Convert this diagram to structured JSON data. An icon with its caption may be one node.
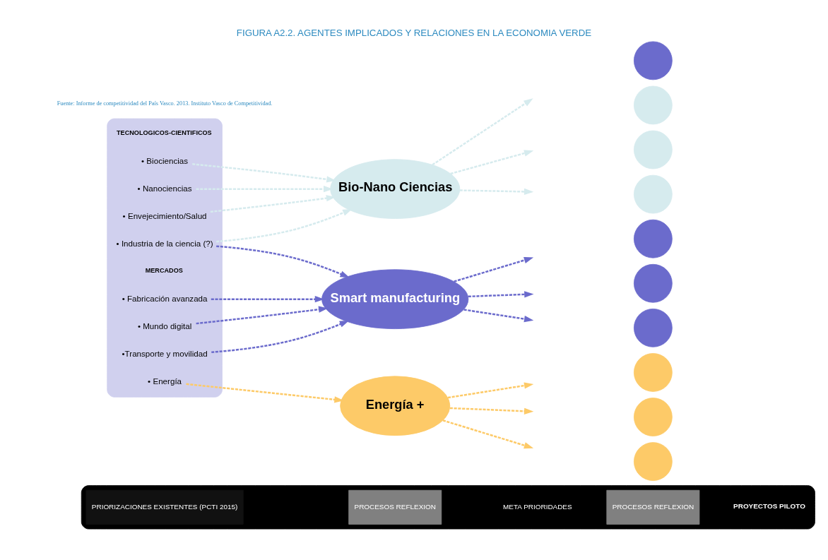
{
  "diagram": {
    "title": "FIGURA A2.2. AGENTES IMPLICADOS Y RELACIONES EN LA ECONOMIA VERDE",
    "caption": "Fuente: Informe de competitividad del País Vasco. 2013. Instituto Vasco de Competitividad.",
    "nodes": [
      {
        "text": [],
        "shape": "arrow"
      },
      {
        "text": [
          "PRIORIZACIONES EXISTENTES (PCTI 2015)"
        ],
        "in": 0
      },
      {
        "text": [
          "PROCESOS REFLEXION"
        ],
        "in": 0
      },
      {
        "text": [
          "META PRIORIDADES"
        ],
        "in": 0
      },
      {
        "text": [
          "PROCESOS REFLEXION"
        ],
        "in": 0
      },
      {
        "text": [
          "PROYECTOS PILOTO"
        ],
        "in": 0
      },
      {
        "text": [],
        "shape": "box"
      },
      {
        "text": [
          "TECNOLOGICOS-CIENTIFICOS"
        ],
        "in": 6
      },
      {
        "text": [
          "• Biociencias"
        ],
        "in": 6
      },
      {
        "text": [
          "• Nanociencias"
        ],
        "in": 6
      },
      {
        "text": [
          "• Fabricación avanzada"
        ],
        "in": 6
      },
      {
        "text": [
          "MERCADOS"
        ],
        "in": 6
      },
      {
        "text": [
          "•Transporte y movilidad"
        ],
        "in": 6
      },
      {
        "text": [
          "• Mundo digital"
        ],
        "in": 6
      },
      {
        "text": [
          "• Industria de la ciencia (?)"
        ],
        "in": 6
      },
      {
        "text": [
          "• Envejecimiento/Salud"
        ],
        "in": 6
      },
      {
        "text": [
          "• Energía"
        ],
        "in": 6
      },
      {
        "text": [
          "Bio-Nano Ciencias"
        ]
      },
      {
        "text": [
          "Smart manufacturing"
        ]
      },
      {
        "text": [
          "Energía +"
        ]
      },
      {
        "text": [],
        "shape": "circle"
      },
      {
        "text": [],
        "shape": "circle"
      },
      {
        "text": [],
        "shape": "circle"
      },
      {
        "text": [],
        "shape": "circle"
      },
      {
        "text": [],
        "shape": "circle"
      },
      {
        "text": [],
        "shape": "circle"
      },
      {
        "text": [],
        "shape": "circle"
      },
      {
        "text": [],
        "shape": "circle"
      },
      {
        "text": [],
        "shape": "circle"
      },
      {
        "text": [],
        "shape": "circle"
      }
    ],
    "edges": [
      {
        "from": 8,
        "to": 17,
        "arrow": "to",
        "style": "dashed",
        "color": "#d6ebee"
      },
      {
        "from": 9,
        "to": 17,
        "arrow": "to",
        "style": "dashed",
        "color": "#d6ebee"
      },
      {
        "from": 10,
        "to": 18,
        "arrow": "to",
        "style": "dashed",
        "color": "#6b6bcc"
      },
      {
        "from": 12,
        "to": 18,
        "arrow": "to",
        "style": "dashed",
        "color": "#6b6bcc"
      },
      {
        "from": 13,
        "to": 18,
        "arrow": "to",
        "style": "dashed",
        "color": "#6b6bcc"
      },
      {
        "from": 14,
        "to": 18,
        "arrow": "to",
        "style": "dashed",
        "color": "#6b6bcc"
      },
      {
        "from": 14,
        "to": 17,
        "arrow": "to",
        "style": "dashed",
        "color": "#d6ebee"
      },
      {
        "from": 15,
        "to": 17,
        "arrow": "to",
        "style": "dashed",
        "color": "#d6ebee"
      },
      {
        "from": 16,
        "to": 19,
        "arrow": "to",
        "style": "dashed",
        "color": "#fdca68"
      },
      {
        "from": 17,
        "to": null,
        "arrow": "to",
        "style": "dashed",
        "color": "#d6ebee"
      },
      {
        "from": 17,
        "to": null,
        "arrow": "to",
        "style": "dashed",
        "color": "#d6ebee"
      },
      {
        "from": 17,
        "to": null,
        "arrow": "to",
        "style": "dashed",
        "color": "#d6ebee"
      },
      {
        "from": 18,
        "to": null,
        "arrow": "to",
        "style": "dashed",
        "color": "#6b6bcc"
      },
      {
        "from": 18,
        "to": null,
        "arrow": "to",
        "style": "dashed",
        "color": "#6b6bcc"
      },
      {
        "from": 18,
        "to": null,
        "arrow": "to",
        "style": "dashed",
        "color": "#6b6bcc"
      },
      {
        "from": 19,
        "to": null,
        "arrow": "to",
        "style": "dashed",
        "color": "#fdca68"
      },
      {
        "from": 19,
        "to": null,
        "arrow": "to",
        "style": "dashed",
        "color": "#fdca68"
      },
      {
        "from": 19,
        "to": null,
        "arrow": "to",
        "style": "dashed",
        "color": "#fdca68"
      }
    ]
  }
}
